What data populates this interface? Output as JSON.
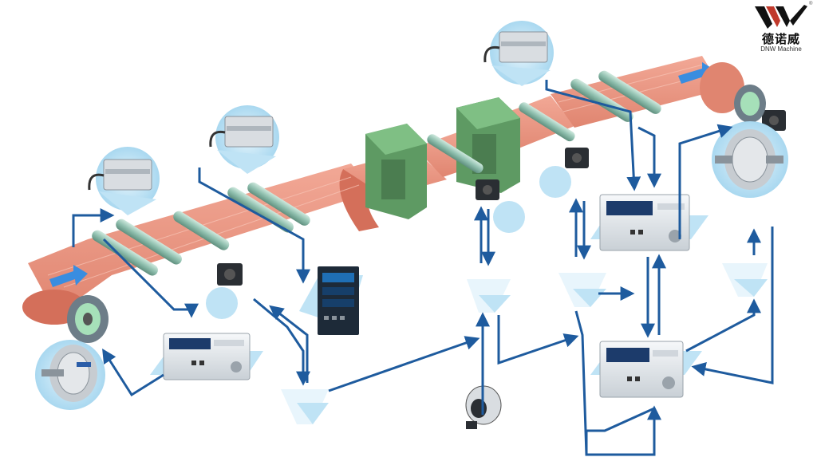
{
  "logo": {
    "brand_cn": "德诺威",
    "brand_en": "DNW Machine",
    "reg_mark": "®"
  },
  "colors": {
    "web": "#e9907c",
    "web_shade": "#d46f5a",
    "arrow": "#1e5b9e",
    "flow_arrow": "#3a8de0",
    "bubble": "#bfe3f5",
    "magnet": "#5e9a63",
    "roller": "#8fbfae",
    "controller_body": "#e8ecef",
    "lcd": "#1c3b6b"
  },
  "components": {
    "unwind_brake": "magnetic-powder-brake-icon",
    "rewind_clutch": "magnetic-powder-clutch-icon",
    "load_cells": [
      "tension-load-cell-1",
      "tension-load-cell-2",
      "tension-load-cell-3"
    ],
    "controllers": [
      "tension-controller-unwind",
      "tension-display-panel",
      "tension-controller-rewind-1",
      "tension-controller-rewind-2"
    ],
    "sensor": "diameter-sensor-icon"
  }
}
